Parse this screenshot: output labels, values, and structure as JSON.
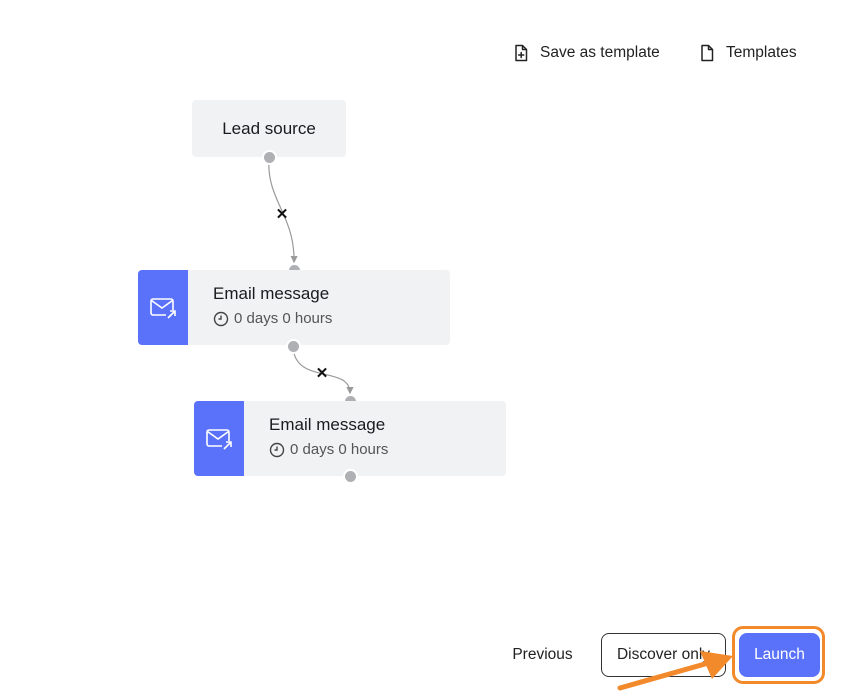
{
  "toolbar": {
    "save_template": "Save as template",
    "templates": "Templates"
  },
  "flow": {
    "lead_node": {
      "label": "Lead source"
    },
    "email_nodes": [
      {
        "title": "Email message",
        "delay": "0 days 0 hours"
      },
      {
        "title": "Email message",
        "delay": "0 days 0 hours"
      }
    ],
    "remove_glyph": "✕"
  },
  "footer": {
    "previous": "Previous",
    "discover": "Discover only",
    "launch": "Launch"
  },
  "colors": {
    "accent": "#5a72f9",
    "highlight": "#f28a2b",
    "node_bg": "#f1f2f4"
  }
}
